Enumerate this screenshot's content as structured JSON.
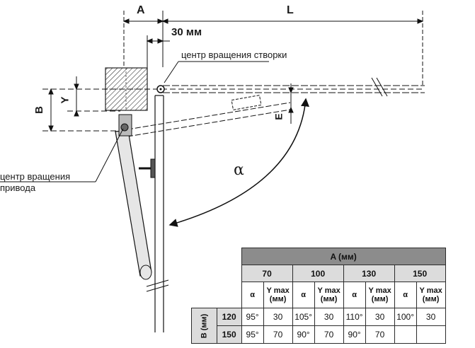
{
  "labels": {
    "dim_a": "A",
    "dim_l": "L",
    "dim_30": "30 мм",
    "pivot_leaf": "центр вращения створки",
    "pivot_drive_line1": "центр вращения",
    "pivot_drive_line2": "привода",
    "dim_b": "B",
    "dim_y": "Y",
    "dim_e": "E",
    "alpha": "α"
  },
  "table": {
    "title": "A (мм)",
    "a_values": [
      "70",
      "100",
      "130",
      "150"
    ],
    "col_alpha": "α",
    "col_ymax_line1": "Y max",
    "col_ymax_line2": "(мм)",
    "b_label": "B (мм)",
    "rows": [
      {
        "b": "120",
        "cells": [
          "95°",
          "30",
          "105°",
          "30",
          "110°",
          "30",
          "100°",
          "30"
        ]
      },
      {
        "b": "150",
        "cells": [
          "95°",
          "70",
          "90°",
          "70",
          "90°",
          "70",
          "",
          ""
        ]
      }
    ]
  }
}
